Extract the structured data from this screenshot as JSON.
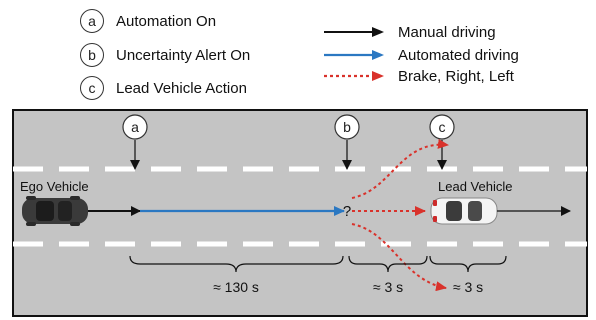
{
  "legend_events": [
    {
      "key": "a",
      "label": "Automation On"
    },
    {
      "key": "b",
      "label": "Uncertainty Alert On"
    },
    {
      "key": "c",
      "label": "Lead Vehicle Action"
    }
  ],
  "legend_lines": [
    {
      "label": "Manual driving",
      "style": "solid",
      "color": "#111111"
    },
    {
      "label": "Automated driving",
      "style": "solid",
      "color": "#2b78c2"
    },
    {
      "label": "Brake, Right, Left",
      "style": "dotted",
      "color": "#d9322b"
    }
  ],
  "road": {
    "ego_label": "Ego Vehicle",
    "lead_label": "Lead  Vehicle",
    "markers": [
      "a",
      "b",
      "c"
    ],
    "uncertainty_symbol": "?",
    "durations": [
      "≈ 130 s",
      "≈ 3 s",
      "≈ 3 s"
    ]
  },
  "colors": {
    "road": "#c4c4c4",
    "lane_marking": "#ffffff",
    "manual": "#111111",
    "automated": "#2b78c2",
    "action": "#d9322b"
  }
}
